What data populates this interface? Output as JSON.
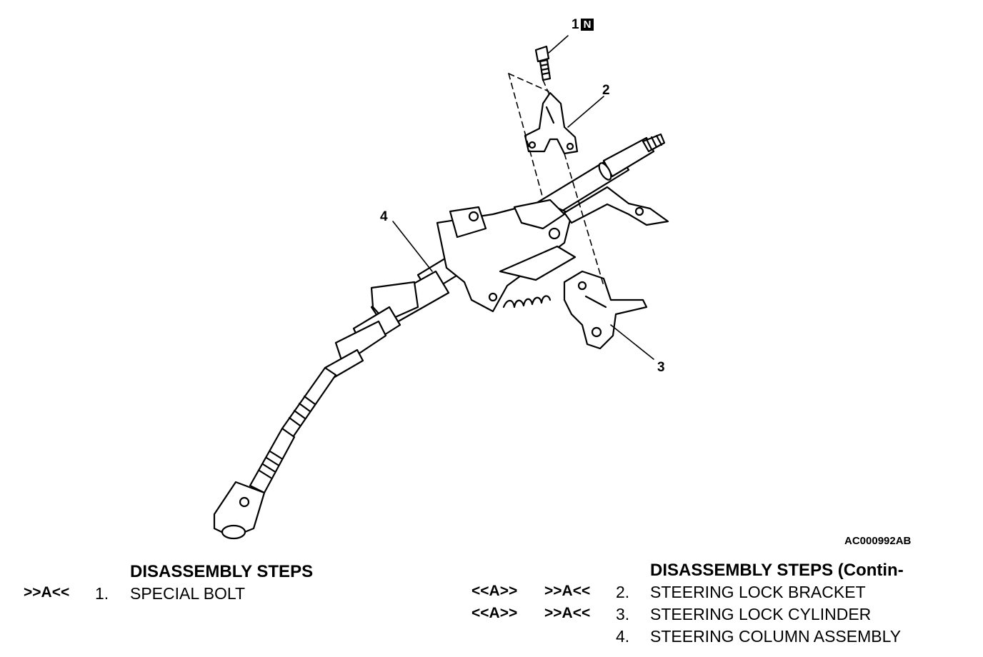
{
  "diagram": {
    "callouts": [
      {
        "id": "1",
        "label": "1",
        "badge": "N"
      },
      {
        "id": "2",
        "label": "2"
      },
      {
        "id": "3",
        "label": "3"
      },
      {
        "id": "4",
        "label": "4"
      }
    ],
    "figure_code": "AC000992AB"
  },
  "steps_left": {
    "title": "DISASSEMBLY STEPS",
    "items": [
      {
        "install_mark": ">>A<<",
        "number": "1.",
        "name": "SPECIAL BOLT"
      }
    ]
  },
  "steps_right": {
    "title": "DISASSEMBLY STEPS (Contin-",
    "items": [
      {
        "removal_mark": "<<A>>",
        "install_mark": ">>A<<",
        "number": "2.",
        "name": "STEERING LOCK BRACKET"
      },
      {
        "removal_mark": "<<A>>",
        "install_mark": ">>A<<",
        "number": "3.",
        "name": "STEERING LOCK CYLINDER"
      },
      {
        "removal_mark": "",
        "install_mark": "",
        "number": "4.",
        "name": "STEERING COLUMN ASSEMBLY"
      }
    ]
  }
}
